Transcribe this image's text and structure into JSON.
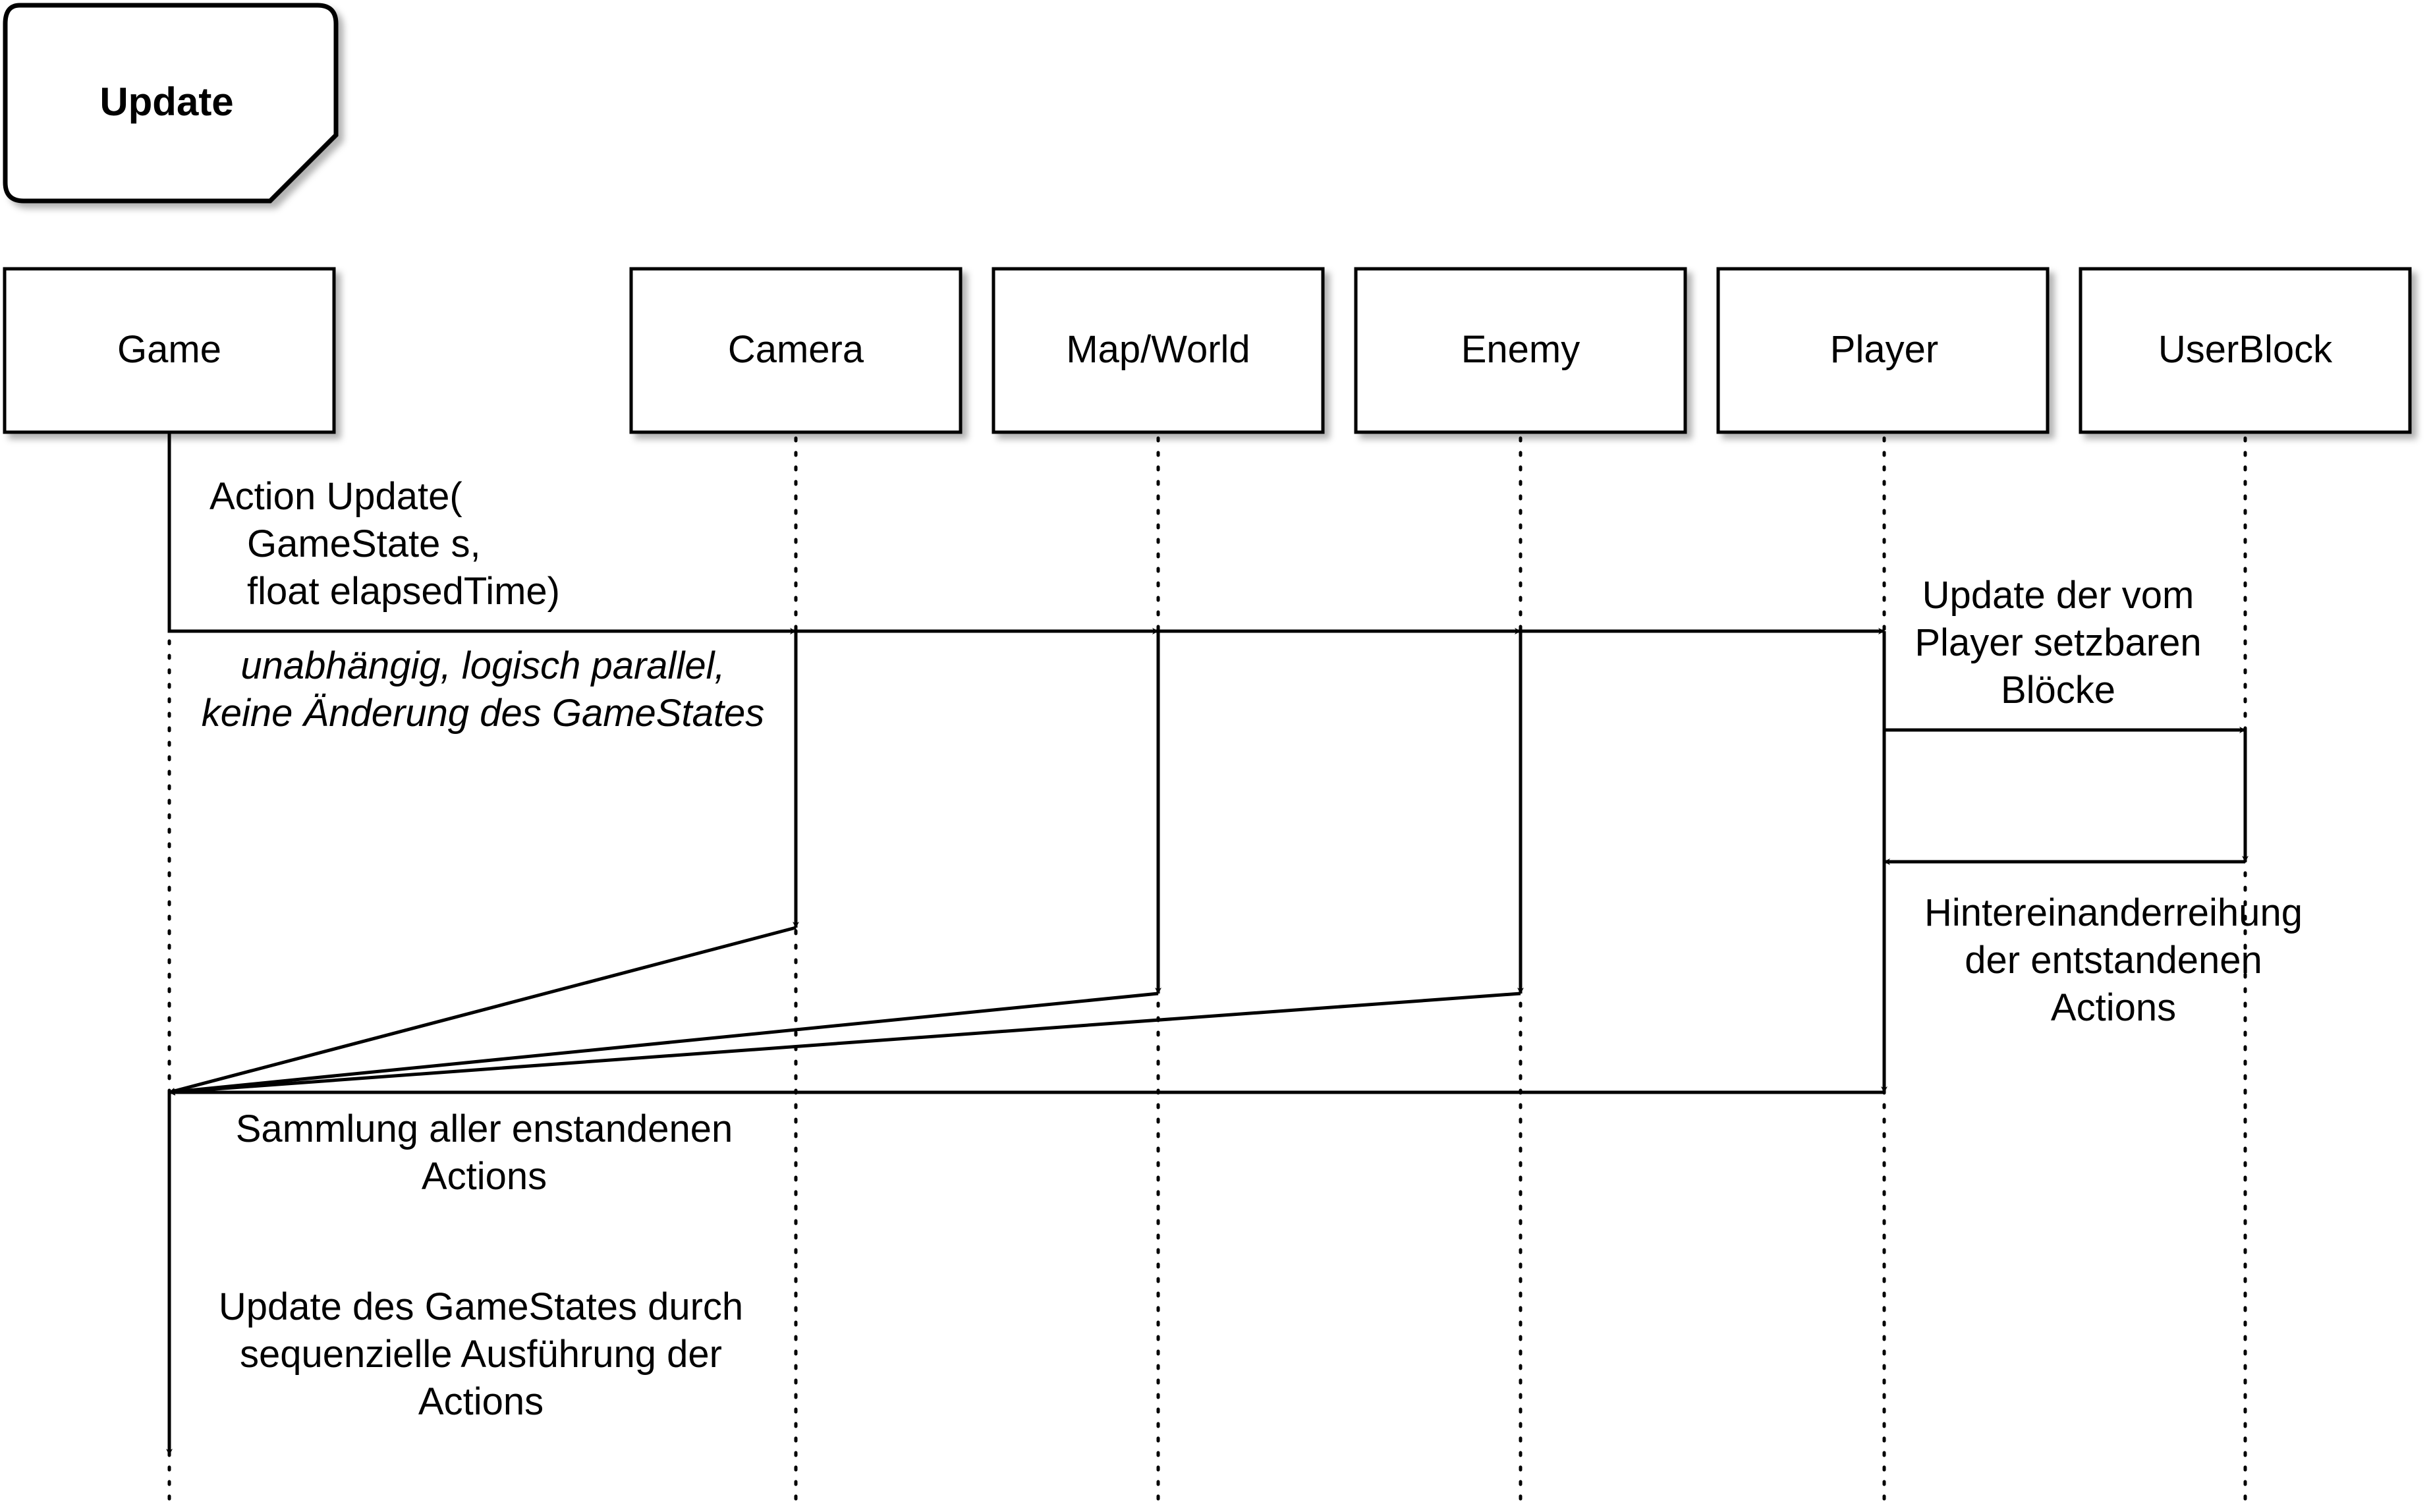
{
  "frame": {
    "title": "Update"
  },
  "participants": [
    {
      "id": "game",
      "label": "Game"
    },
    {
      "id": "camera",
      "label": "Camera"
    },
    {
      "id": "mapworld",
      "label": "Map/World"
    },
    {
      "id": "enemy",
      "label": "Enemy"
    },
    {
      "id": "player",
      "label": "Player"
    },
    {
      "id": "userblock",
      "label": "UserBlock"
    }
  ],
  "notes": {
    "action_update": [
      "Action Update(",
      "GameState s,",
      "float elapsedTime)"
    ],
    "parallel": [
      "unabhängig, logisch parallel,",
      "keine Änderung des GameStates"
    ],
    "player_update": [
      "Update der vom",
      "Player setzbaren",
      "Blöcke"
    ],
    "sequencing": [
      "Hintereinanderreihung",
      "der entstandenen",
      "Actions"
    ],
    "collection": [
      "Sammlung aller enstandenen",
      "Actions"
    ],
    "gamestate_update": [
      "Update des GameStates durch",
      "sequenzielle Ausführung der",
      "Actions"
    ]
  }
}
